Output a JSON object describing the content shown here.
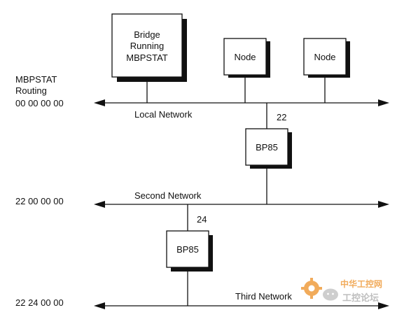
{
  "routing_label": {
    "line1": "MBPSTAT",
    "line2": "Routing"
  },
  "addresses": {
    "local": "00 00 00 00",
    "second": "22 00 00 00",
    "third": "22 24 00 00"
  },
  "networks": {
    "local": "Local Network",
    "second": "Second Network",
    "third": "Third Network"
  },
  "bridge_box": {
    "line1": "Bridge",
    "line2": "Running",
    "line3": "MBPSTAT"
  },
  "nodes": [
    "Node",
    "Node"
  ],
  "bp85": {
    "upper": {
      "label": "BP85",
      "port": "22"
    },
    "lower": {
      "label": "BP85",
      "port": "24"
    }
  },
  "watermark": {
    "top": "中华工控网",
    "bottom": "工控论坛"
  },
  "colors": {
    "ink": "#111111",
    "watermark_orange": "#f0a24a",
    "watermark_gray": "#b8b8b8"
  }
}
